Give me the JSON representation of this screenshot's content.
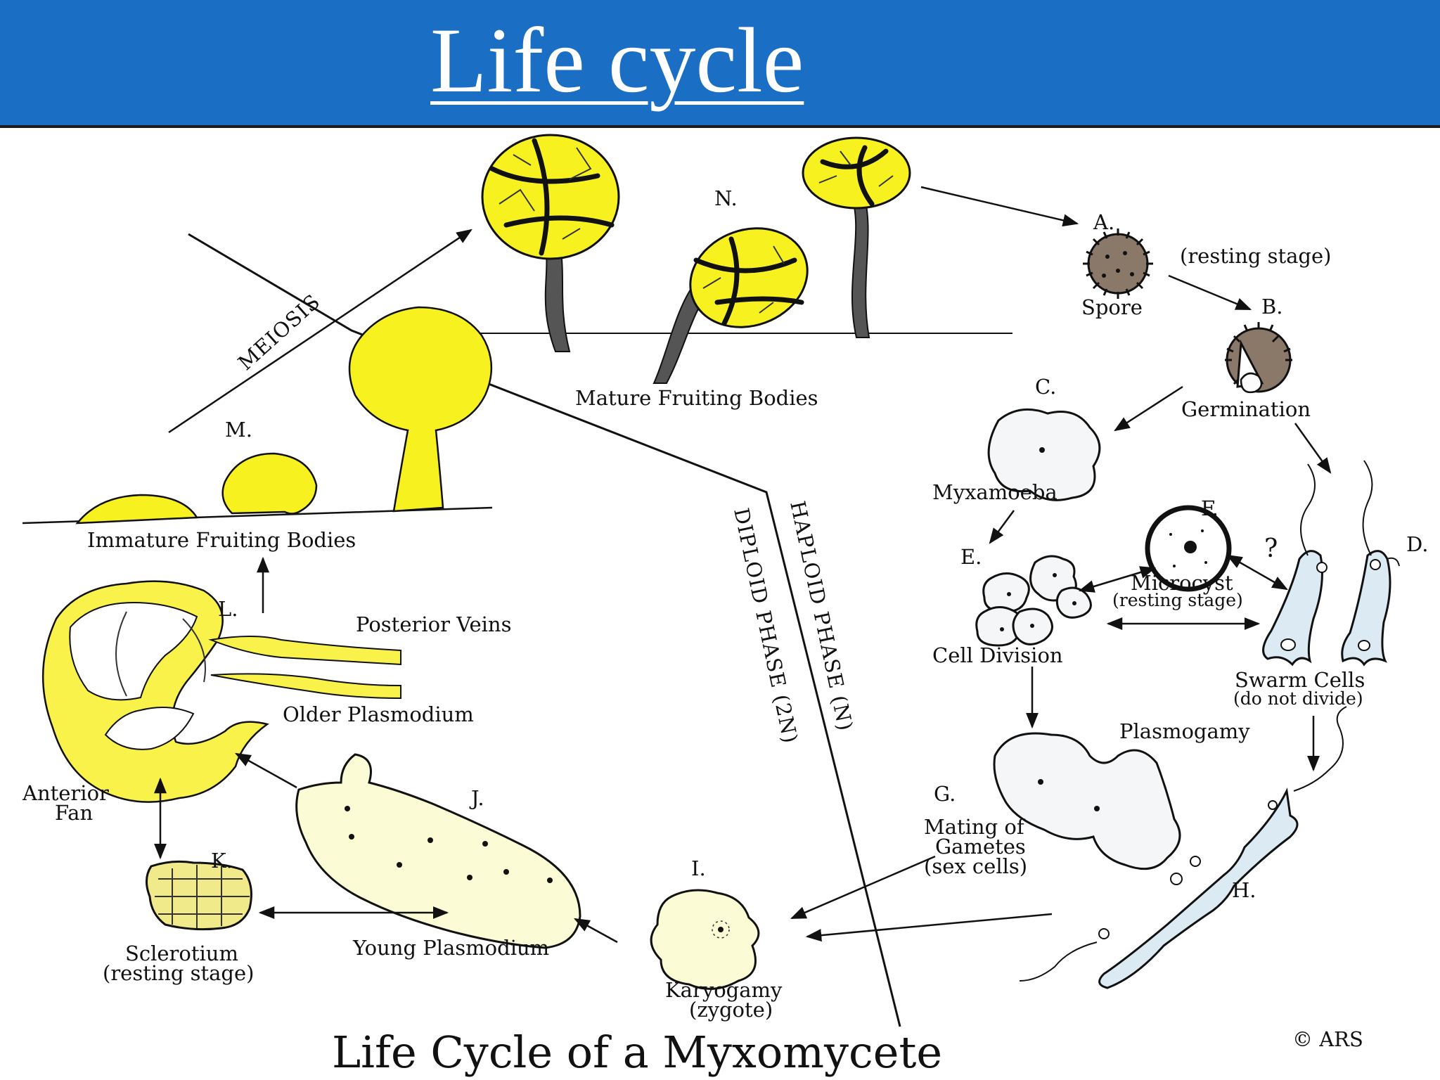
{
  "header": {
    "title": "Life cycle",
    "color": "#1a6fc4"
  },
  "diagram": {
    "title": "Life Cycle of a Myxomycete",
    "copyright": "© ARS",
    "phases": {
      "meiosis": "MEIOSIS",
      "haploid": "HAPLOID PHASE (N)",
      "diploid": "DIPLOID PHASE (2N)"
    },
    "stages": {
      "A": {
        "letter": "A.",
        "label": "Spore",
        "note": "(resting stage)"
      },
      "B": {
        "letter": "B.",
        "label": "Germination"
      },
      "C": {
        "letter": "C.",
        "label": "Myxamoeba"
      },
      "D": {
        "letter": "D.",
        "label": "Swarm Cells",
        "note": "(do not divide)"
      },
      "E": {
        "letter": "E.",
        "label": "Cell Division"
      },
      "F": {
        "letter": "F.",
        "label": "Microcyst",
        "note": "(resting stage)",
        "question": "?"
      },
      "G": {
        "letter": "G.",
        "line1": "Mating of",
        "line2": "Gametes",
        "line3": "(sex cells)"
      },
      "H": {
        "letter": "H.",
        "label": "Plasmogamy"
      },
      "I": {
        "letter": "I.",
        "label": "Karyogamy",
        "note": "(zygote)"
      },
      "J": {
        "letter": "J.",
        "label": "Young Plasmodium"
      },
      "K": {
        "letter": "K.",
        "label": "Sclerotium",
        "note": "(resting stage)"
      },
      "L": {
        "letter": "L.",
        "label": "Older Plasmodium",
        "veins": "Posterior Veins",
        "fan1": "Anterior",
        "fan2": "Fan"
      },
      "M": {
        "letter": "M.",
        "label": "Immature Fruiting Bodies"
      },
      "N": {
        "letter": "N.",
        "label": "Mature Fruiting Bodies"
      }
    }
  }
}
